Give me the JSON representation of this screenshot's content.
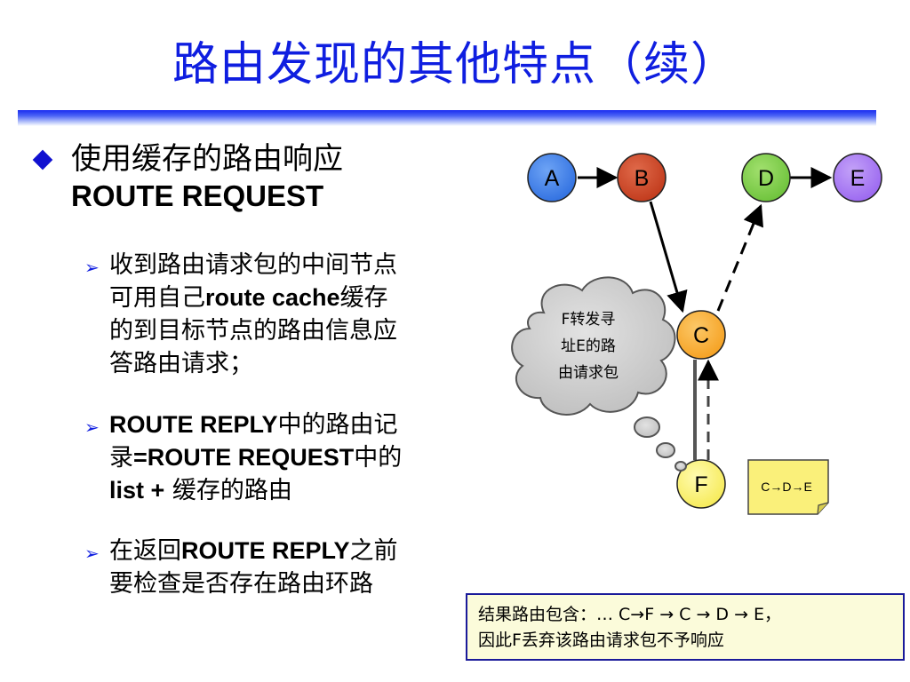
{
  "title": "路由发现的其他特点（续）",
  "main_bullet": {
    "line1": "使用缓存的路由响应",
    "line2": "ROUTE REQUEST"
  },
  "sub_bullets": [
    {
      "line1": "收到路由请求包的中间节点",
      "line2_a": "可用自己",
      "line2_b": "route cache",
      "line2_c": "缓存",
      "line3": "的到目标节点的路由信息应",
      "line4": "答路由请求；"
    },
    {
      "line1_a": "ROUTE REPLY",
      "line1_b": "中的路由记",
      "line2_a": "录",
      "line2_b": "=ROUTE REQUEST",
      "line2_c": "中的",
      "line3_a": "list +",
      "line3_b": " 缓存的路由"
    },
    {
      "line1_a": "在返回",
      "line1_b": "ROUTE REPLY",
      "line1_c": "之前",
      "line2": "要检查是否存在路由环路"
    }
  ],
  "diagram": {
    "nodes": [
      {
        "id": "A",
        "label": "A",
        "color": "#2f6fe0"
      },
      {
        "id": "B",
        "label": "B",
        "color": "#c0391b"
      },
      {
        "id": "D",
        "label": "D",
        "color": "#6cc23a"
      },
      {
        "id": "E",
        "label": "E",
        "color": "#9a66f0"
      },
      {
        "id": "C",
        "label": "C",
        "color": "#f5a020"
      },
      {
        "id": "F",
        "label": "F",
        "color": "#fff36e"
      }
    ],
    "cloud": {
      "line1": "F转发寻",
      "line2": "址E的路",
      "line3": "由请求包"
    },
    "note": "C→D→E"
  },
  "result_box": {
    "line1": "结果路由包含：… C→F → C → D → E，",
    "line2": "因此F丢弃该路由请求包不予响应"
  }
}
